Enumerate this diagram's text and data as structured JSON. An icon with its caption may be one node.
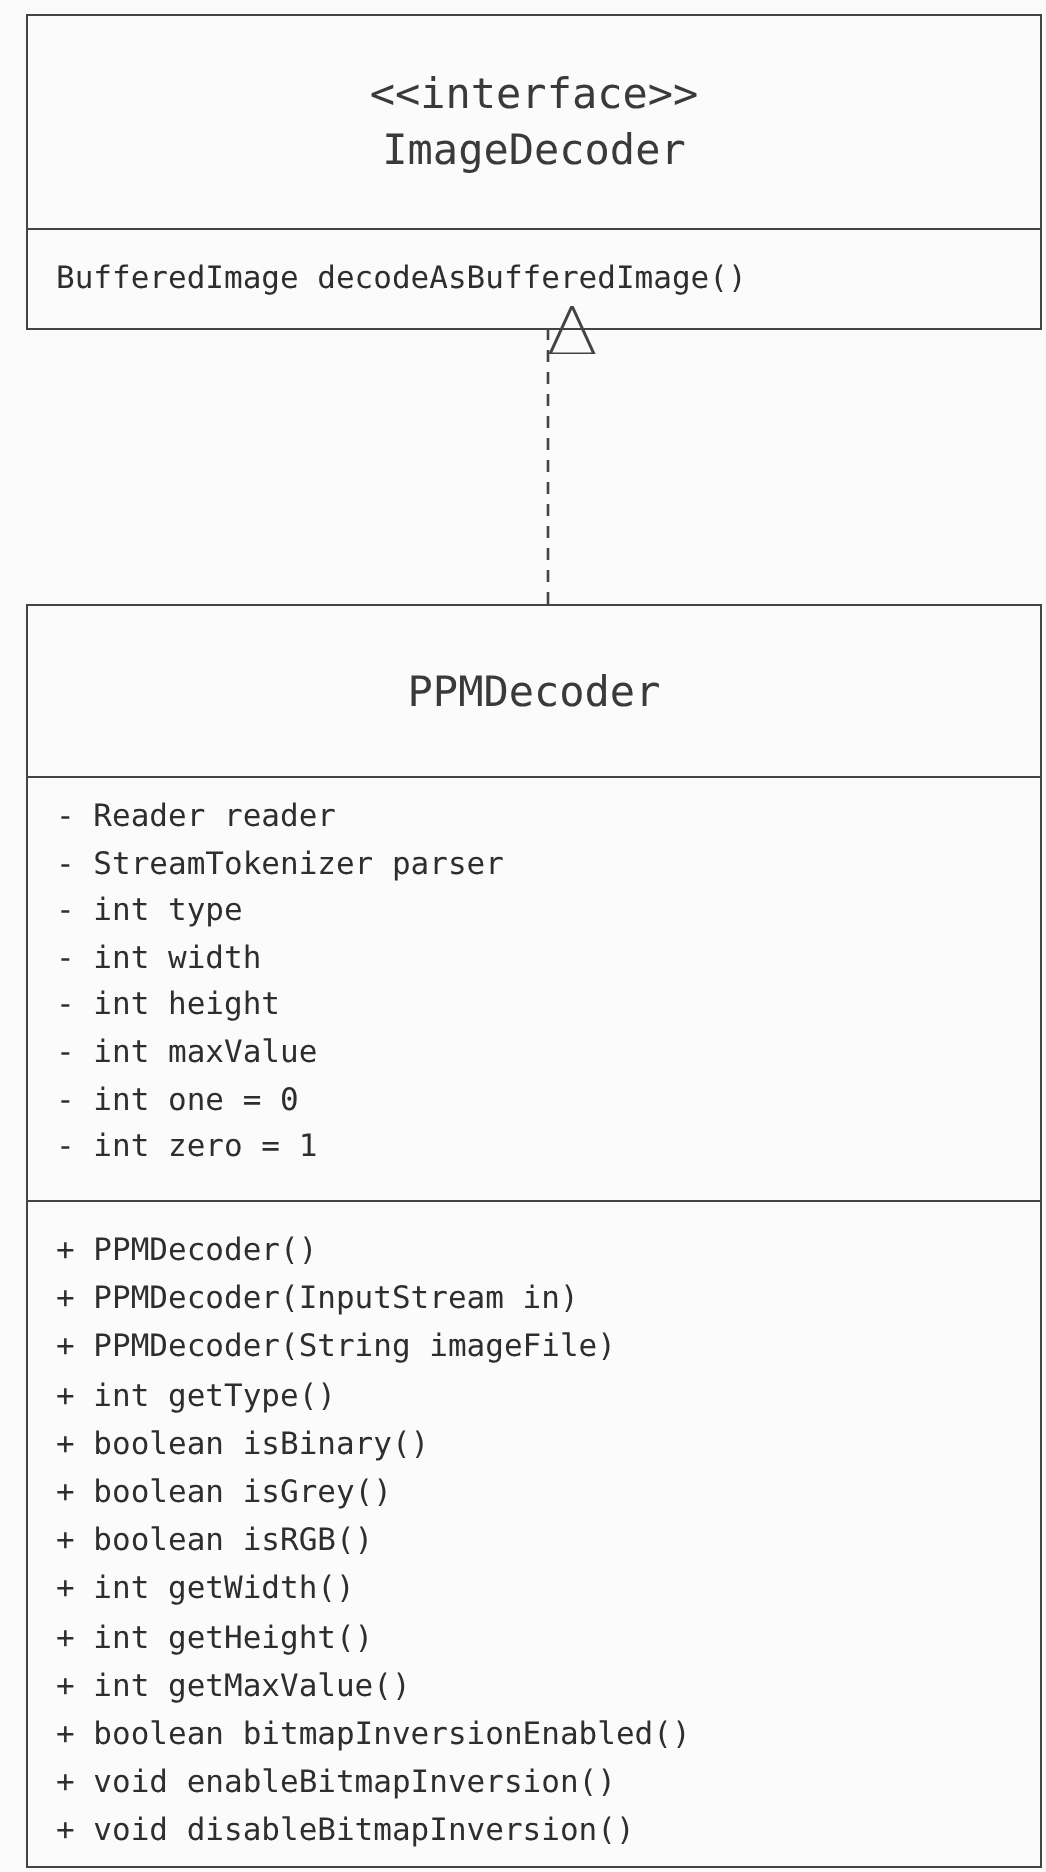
{
  "diagram": {
    "nodes": [
      {
        "text": [
          "<<interface>>",
          "ImageDecoder"
        ]
      },
      {
        "text": [
          "BufferedImage decodeAsBufferedImage()"
        ],
        "in": 0
      },
      {
        "text": [
          "PPMDecoder"
        ]
      },
      {
        "text": [
          "- Reader reader",
          "- StreamTokenizer parser",
          "- int type",
          "- int width",
          "- int height",
          "- int maxValue",
          "- int one = 0",
          "- int zero = 1"
        ],
        "in": 2
      },
      {
        "text": [
          "+ PPMDecoder()",
          "+ PPMDecoder(InputStream in)",
          "+ PPMDecoder(String imageFile)",
          "+ int getType()",
          "+ boolean isBinary()",
          "+ boolean isGrey()",
          "+ boolean isRGB()",
          "+ int getWidth()",
          "+ int getHeight()",
          "+ int getMaxValue()",
          "+ boolean bitmapInversionEnabled()",
          "+ void enableBitmapInversion()",
          "+ void disableBitmapInversion()"
        ],
        "in": 2
      }
    ],
    "edges": [
      {
        "from": 2,
        "to": 0,
        "arrow": "to",
        "style": "dashed"
      }
    ]
  }
}
